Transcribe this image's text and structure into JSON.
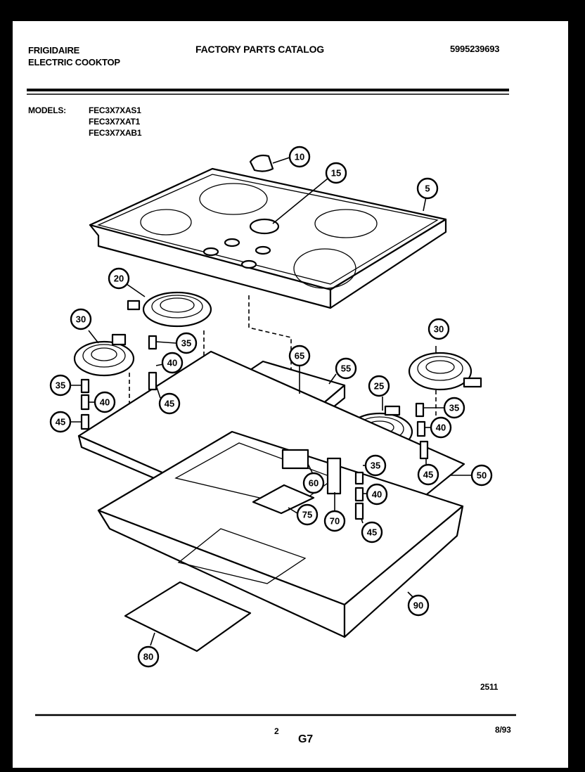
{
  "header": {
    "brand": "FRIGIDAIRE",
    "product": "ELECTRIC COOKTOP",
    "title": "FACTORY PARTS CATALOG",
    "catalog_number": "5995239693"
  },
  "models": {
    "label": "MODELS:",
    "list": [
      "FEC3X7XAS1",
      "FEC3X7XAT1",
      "FEC3X7XAB1"
    ]
  },
  "diagram": {
    "callouts": [
      "10",
      "15",
      "5",
      "20",
      "30",
      "35",
      "40",
      "45",
      "65",
      "55",
      "25",
      "30",
      "35",
      "40",
      "45",
      "35",
      "40",
      "45",
      "60",
      "75",
      "70",
      "35",
      "40",
      "45",
      "50",
      "90",
      "80"
    ]
  },
  "footer": {
    "figure_code": "2511",
    "page_number": "2",
    "section": "G7",
    "date": "8/93"
  }
}
